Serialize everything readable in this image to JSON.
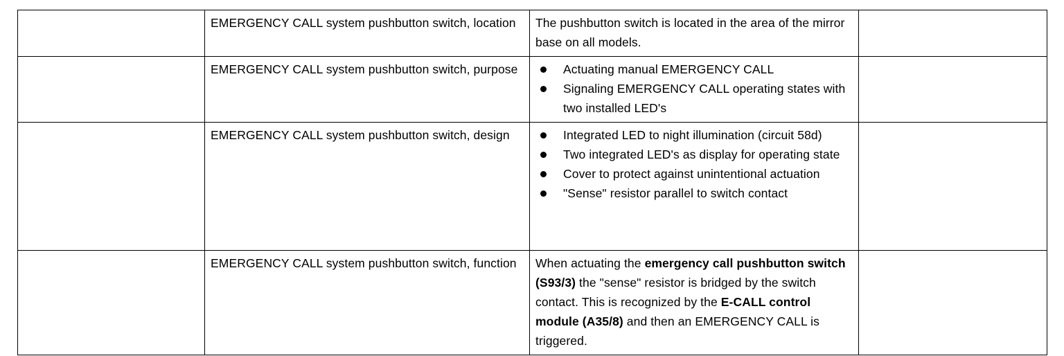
{
  "document": {
    "type": "specification-table",
    "background_color": "#ffffff",
    "text_color": "#000000",
    "border_color": "#000000"
  },
  "table": {
    "column_count": 4,
    "row_count": 4,
    "columns": [
      {
        "name": "blank-left",
        "label": ""
      },
      {
        "name": "topic",
        "label": ""
      },
      {
        "name": "detail",
        "label": ""
      },
      {
        "name": "blank-right",
        "label": ""
      }
    ],
    "rows": [
      {
        "id": "location",
        "blank_left": "",
        "topic": "EMERGENCY CALL system pushbutton switch, location",
        "detail_kind": "paragraph",
        "detail_text": "The pushbutton switch is located in the area of the mirror base on all models.",
        "blank_right": ""
      },
      {
        "id": "purpose",
        "blank_left": "",
        "topic": "EMERGENCY CALL system pushbutton switch, purpose",
        "detail_kind": "bullets",
        "detail_bullets": [
          "Actuating manual EMERGENCY CALL",
          "Signaling EMERGENCY CALL operating states with two installed LED's"
        ],
        "blank_right": ""
      },
      {
        "id": "design",
        "blank_left": "",
        "topic": "EMERGENCY CALL system pushbutton switch, design",
        "detail_kind": "bullets",
        "detail_bullets": [
          "Integrated LED to night illumination (circuit 58d)",
          "Two integrated LED's as display for operating state",
          "Cover to protect against unintentional actuation",
          "\"Sense\" resistor parallel to switch contact"
        ],
        "blank_right": ""
      },
      {
        "id": "function",
        "blank_left": "",
        "topic": "EMERGENCY CALL system pushbutton switch, function",
        "detail_kind": "rich-paragraph",
        "detail_segments": [
          {
            "text": "When actuating the ",
            "bold": false
          },
          {
            "text": "emergency call pushbutton switch (S93/3)",
            "bold": true
          },
          {
            "text": " the \"sense\" resistor is bridged by the switch contact. This is recognized by the ",
            "bold": false
          },
          {
            "text": "E-CALL control module (A35/8)",
            "bold": true
          },
          {
            "text": " and then an EMERGENCY CALL is triggered.",
            "bold": false
          }
        ],
        "detail_plain_text": "When actuating the emergency call pushbutton switch (S93/3) the \"sense\" resistor is bridged by the switch contact. This is recognized by the E-CALL control module (A35/8) and then an EMERGENCY CALL is triggered.",
        "blank_right": ""
      }
    ]
  }
}
